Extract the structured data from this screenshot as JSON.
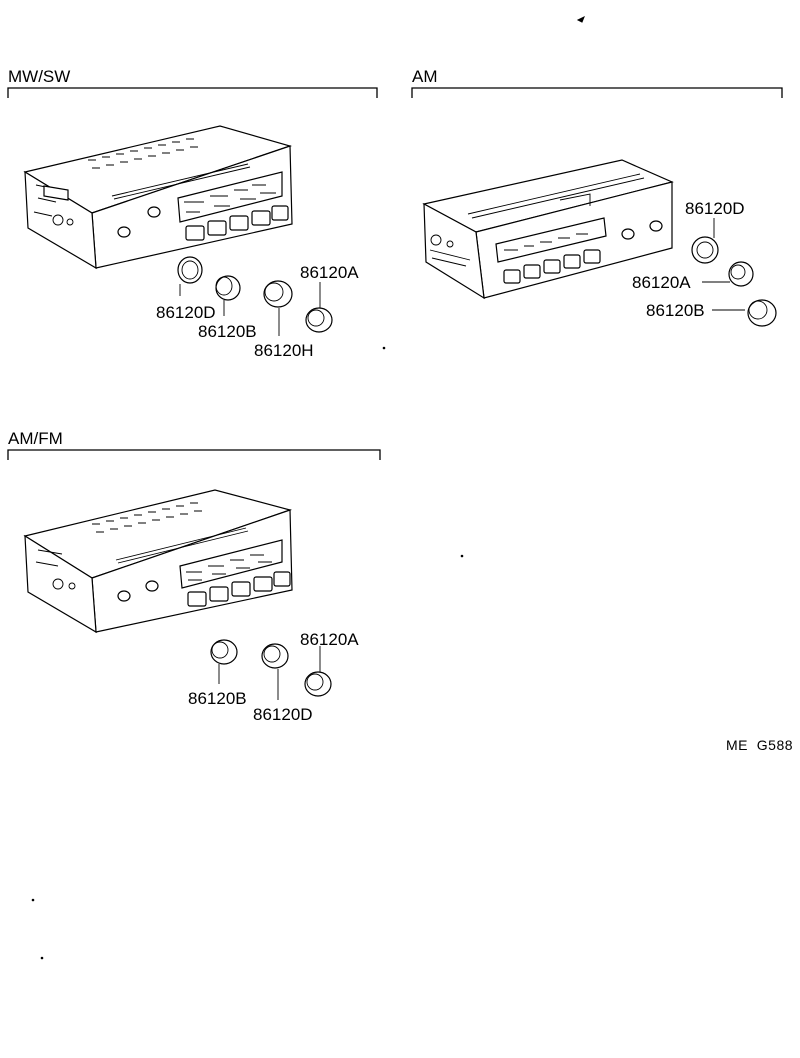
{
  "sections": [
    {
      "id": "mw-sw",
      "title": "MW/SW"
    },
    {
      "id": "am",
      "title": "AM"
    },
    {
      "id": "am-fm",
      "title": "AM/FM"
    }
  ],
  "parts": {
    "mw_sw": {
      "p1": "86120D",
      "p2": "86120B",
      "p3": "86120H",
      "p4": "86120A"
    },
    "am": {
      "p1": "86120D",
      "p2": "86120A",
      "p3": "86120B"
    },
    "am_fm": {
      "p1": "86120B",
      "p2": "86120D",
      "p3": "86120A"
    }
  },
  "figure_code": "ME  G588"
}
